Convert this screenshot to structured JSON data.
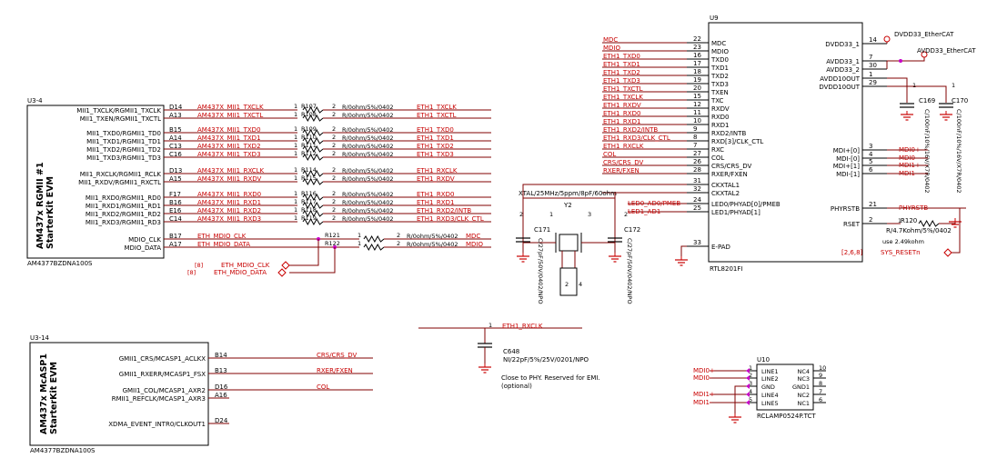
{
  "colors": {
    "wire": "#800000",
    "net_text": "#c80000",
    "ink": "#000000",
    "junction": "#c800c8",
    "ground": "#c80000"
  },
  "u3_4": {
    "ref": "U3-4",
    "part": "AM4377BZDNA100S",
    "title": "AM437x RGMII #1\nStarterKit EVM",
    "pins": [
      {
        "name": "MII1_TXCLK/RGMII1_TXCLK",
        "ball": "D14",
        "net": "AM437X_MII1_TXCLK",
        "res": "R107",
        "out": "ETH1_TXCLK"
      },
      {
        "name": "MII1_TXEN/RGMII1_TXCTL",
        "ball": "A13",
        "net": "AM437X_MII1_TXCTL",
        "res": "R108",
        "out": "ETH1_TXCTL"
      },
      {
        "name": "MII1_TXD0/RGMII1_TD0",
        "ball": "B15",
        "net": "AM437X_MII1_TXD0",
        "res": "R109",
        "out": "ETH1_TXD0"
      },
      {
        "name": "MII1_TXD1/RGMII1_TD1",
        "ball": "A14",
        "net": "AM437X_MII1_TXD1",
        "res": "R110",
        "out": "ETH1_TXD1"
      },
      {
        "name": "MII1_TXD2/RGMII1_TD2",
        "ball": "C13",
        "net": "AM437X_MII1_TXD2",
        "res": "R111",
        "out": "ETH1_TXD2"
      },
      {
        "name": "MII1_TXD3/RGMII1_TD3",
        "ball": "C16",
        "net": "AM437X_MII1_TXD3",
        "res": "R112",
        "out": "ETH1_TXD3"
      },
      {
        "name": "MII1_RXCLK/RGMII1_RCLK",
        "ball": "D13",
        "net": "AM437X_MII1_RXCLK",
        "res": "R114",
        "out": "ETH1_RXCLK"
      },
      {
        "name": "MII1_RXDV/RGMII1_RXCTL",
        "ball": "A15",
        "net": "AM437X_MII1_RXDV",
        "res": "R115",
        "out": "ETH1_RXDV"
      },
      {
        "name": "MII1_RXD0/RGMII1_RD0",
        "ball": "F17",
        "net": "AM437X_MII1_RXD0",
        "res": "R116",
        "out": "ETH1_RXD0"
      },
      {
        "name": "MII1_RXD1/RGMII1_RD1",
        "ball": "B16",
        "net": "AM437X_MII1_RXD1",
        "res": "R117",
        "out": "ETH1_RXD1"
      },
      {
        "name": "MII1_RXD2/RGMII1_RD2",
        "ball": "E16",
        "net": "AM437X_MII1_RXD2",
        "res": "R118",
        "out": "ETH1_RXD2/INTB"
      },
      {
        "name": "MII1_RXD3/RGMII1_RD3",
        "ball": "C14",
        "net": "AM437X_MII1_RXD3",
        "res": "R119",
        "out": "ETH1_RXD3/CLK_CTL"
      },
      {
        "name": "MDIO_CLK",
        "ball": "B17",
        "net": "ETH_MDIO_CLK",
        "res": "R121",
        "out": "MDC"
      },
      {
        "name": "MDIO_DATA",
        "ball": "A17",
        "net": "ETH_MDIO_DATA",
        "res": "R122",
        "out": "MDIO"
      }
    ],
    "res_value": "R/0ohm/5%/0402",
    "pin1": "1",
    "pin2": "2",
    "sheet_ref": "[8]"
  },
  "u3_14": {
    "ref": "U3-14",
    "part": "AM4377BZDNA100S",
    "title": "AM437x McASP1\nStarterKit EVM",
    "pins": [
      {
        "name": "GMII1_CRS/MCASP1_ACLKX",
        "ball": "B14",
        "net": "CRS/CRS_DV"
      },
      {
        "name": "GMII1_RXERR/MCASP1_FSX",
        "ball": "B13",
        "net": "RXER/FXEN"
      },
      {
        "name": "GMII1_COL/MCASP1_AXR2",
        "ball": "D16",
        "net": "COL"
      },
      {
        "name": "RMII1_REFCLK/MCASP1_AXR3",
        "ball": "A16",
        "net": ""
      },
      {
        "name": "XDMA_EVENT_INTR0/CLKOUT1",
        "ball": "D24",
        "net": ""
      }
    ]
  },
  "u9": {
    "ref": "U9",
    "part": "RTL8201FI",
    "left_pins": [
      {
        "num": "22",
        "name": "MDC",
        "net": "MDC"
      },
      {
        "num": "23",
        "name": "MDIO",
        "net": "MDIO"
      },
      {
        "num": "16",
        "name": "TXD0",
        "net": "ETH1_TXD0"
      },
      {
        "num": "17",
        "name": "TXD1",
        "net": "ETH1_TXD1"
      },
      {
        "num": "18",
        "name": "TXD2",
        "net": "ETH1_TXD2"
      },
      {
        "num": "19",
        "name": "TXD3",
        "net": "ETH1_TXD3"
      },
      {
        "num": "20",
        "name": "TXEN",
        "net": "ETH1_TXCTL"
      },
      {
        "num": "15",
        "name": "TXC",
        "net": "ETH1_TXCLK"
      },
      {
        "num": "12",
        "name": "RXDV",
        "net": "ETH1_RXDV"
      },
      {
        "num": "11",
        "name": "RXD0",
        "net": "ETH1_RXD0"
      },
      {
        "num": "10",
        "name": "RXD1",
        "net": "ETH1_RXD1"
      },
      {
        "num": "9",
        "name": "RXD2/INTB",
        "net": "ETH1_RXD2/INTB"
      },
      {
        "num": "8",
        "name": "RXD[3]/CLK_CTL",
        "net": "ETH1_RXD3/CLK_CTL"
      },
      {
        "num": "7",
        "name": "RXC",
        "net": "ETH1_RXCLK"
      },
      {
        "num": "27",
        "name": "COL",
        "net": "COL"
      },
      {
        "num": "26",
        "name": "CRS/CRS_DV",
        "net": "CRS/CRS_DV"
      },
      {
        "num": "28",
        "name": "RXER/FXEN",
        "net": "RXER/FXEN"
      },
      {
        "num": "31",
        "name": "CKXTAL1",
        "net": ""
      },
      {
        "num": "32",
        "name": "CKXTAL2",
        "net": ""
      },
      {
        "num": "24",
        "name": "LED0/PHYAD[0]/PMEB",
        "net": "LED0_AD0/PMEB"
      },
      {
        "num": "25",
        "name": "LED1/PHYAD[1]",
        "net": "LED1_AD1"
      },
      {
        "num": "33",
        "name": "E-PAD",
        "net": ""
      }
    ],
    "right_pins": [
      {
        "num": "14",
        "name": "DVDD33_1",
        "net": ""
      },
      {
        "num": "7",
        "name": "AVDD33_1",
        "net": ""
      },
      {
        "num": "30",
        "name": "AVDD33_2",
        "net": ""
      },
      {
        "num": "1",
        "name": "AVDD10OUT",
        "net": ""
      },
      {
        "num": "29",
        "name": "DVDD10OUT",
        "net": ""
      },
      {
        "num": "3",
        "name": "MDI+[0]",
        "net": "MDI0+"
      },
      {
        "num": "4",
        "name": "MDI-[0]",
        "net": "MDI0-"
      },
      {
        "num": "5",
        "name": "MDI+[1]",
        "net": "MDI1+"
      },
      {
        "num": "6",
        "name": "MDI-[1]",
        "net": "MDI1-"
      },
      {
        "num": "21",
        "name": "PHYRSTB",
        "net": "PHYRSTB"
      },
      {
        "num": "2",
        "name": "RSET",
        "net": ""
      }
    ],
    "dvdd_label": "DVDD33_EtherCAT",
    "avdd_label": "AVDD33_EtherCAT"
  },
  "crystal": {
    "ref": "Y2",
    "spec": "XTAL/25MHz/5ppm/8pF/60ohm",
    "pins": [
      "1",
      "2",
      "3",
      "4"
    ],
    "caps": [
      {
        "ref": "C171",
        "value": "C/27pF/50V/0402/NPO"
      },
      {
        "ref": "C172",
        "value": "C/27pF/50V/0402/NPO"
      }
    ]
  },
  "decoupling": [
    {
      "ref": "C169",
      "value": "C/100nF/10%/16V/X7R/0402"
    },
    {
      "ref": "C170",
      "value": "C/100nF/10%/16V/X7R/0402"
    }
  ],
  "rset": {
    "ref": "R120",
    "value": "R/4.7Kohm/5%/0402",
    "note": "use 2.49kohm",
    "sheet_ref": "[2,6,8]",
    "net": "SYS_RESETn"
  },
  "emi_cap": {
    "ref": "C648",
    "value": "NI/22pF/5%/25V/0201/NPO",
    "net": "ETH1_RXCLK",
    "note": "Close to PHY. Reserved for EMI.\n(optional)"
  },
  "u10": {
    "ref": "U10",
    "part": "RCLAMP0524P.TCT",
    "left": [
      {
        "num": "1",
        "name": "LINE1",
        "net": "MDI0+"
      },
      {
        "num": "2",
        "name": "LINE2",
        "net": "MDI0-"
      },
      {
        "num": "3",
        "name": "GND",
        "net": ""
      },
      {
        "num": "4",
        "name": "LINE4",
        "net": "MDI1+"
      },
      {
        "num": "5",
        "name": "LINE5",
        "net": "MDI1-"
      }
    ],
    "right": [
      {
        "num": "10",
        "name": "NC4"
      },
      {
        "num": "9",
        "name": "NC3"
      },
      {
        "num": "8",
        "name": "GND1"
      },
      {
        "num": "7",
        "name": "NC2"
      },
      {
        "num": "6",
        "name": "NC1"
      }
    ]
  }
}
